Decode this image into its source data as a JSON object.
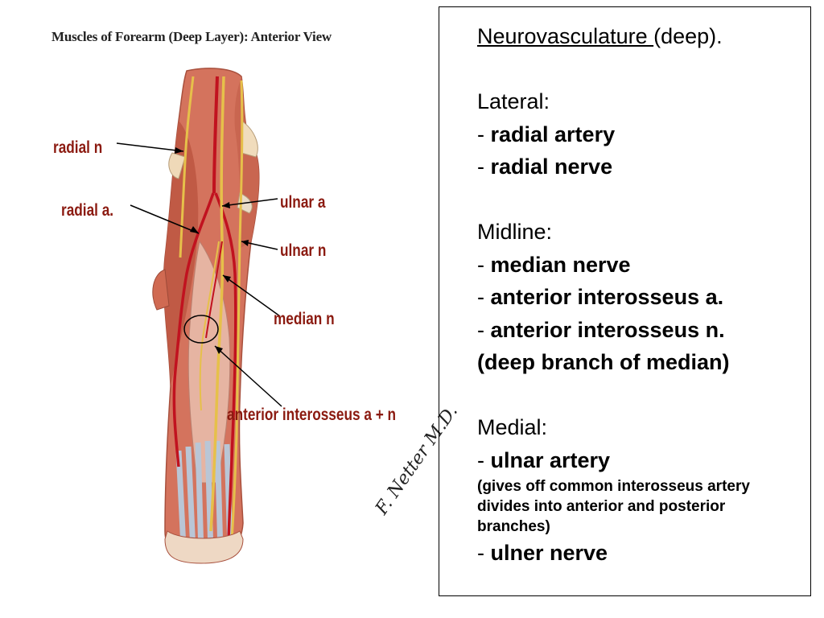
{
  "figure": {
    "title": "Muscles of Forearm (Deep Layer): Anterior View",
    "labels": {
      "radial_n": "radial n",
      "radial_a": "radial a.",
      "ulnar_a": "ulnar a",
      "ulnar_n": "ulnar n",
      "median_n": "median n",
      "anterior_interosseus": "anterior interosseus a + n"
    },
    "signature": "F. Netter M.D."
  },
  "notes": {
    "heading_underlined": "Neurovasculature ",
    "heading_rest": "(deep).",
    "lateral": {
      "title": "Lateral:",
      "items": [
        "radial artery",
        "radial nerve"
      ]
    },
    "midline": {
      "title": "Midline:",
      "items": [
        "median nerve",
        "anterior interosseus a.",
        "anterior interosseus n."
      ],
      "note": "(deep branch of median)"
    },
    "medial": {
      "title": "Medial:",
      "item1": "ulnar artery",
      "note_lines": [
        "(gives off common interosseus artery",
        "divides into anterior and posterior",
        "branches)"
      ],
      "item2": "ulner nerve"
    },
    "dash": "- "
  }
}
